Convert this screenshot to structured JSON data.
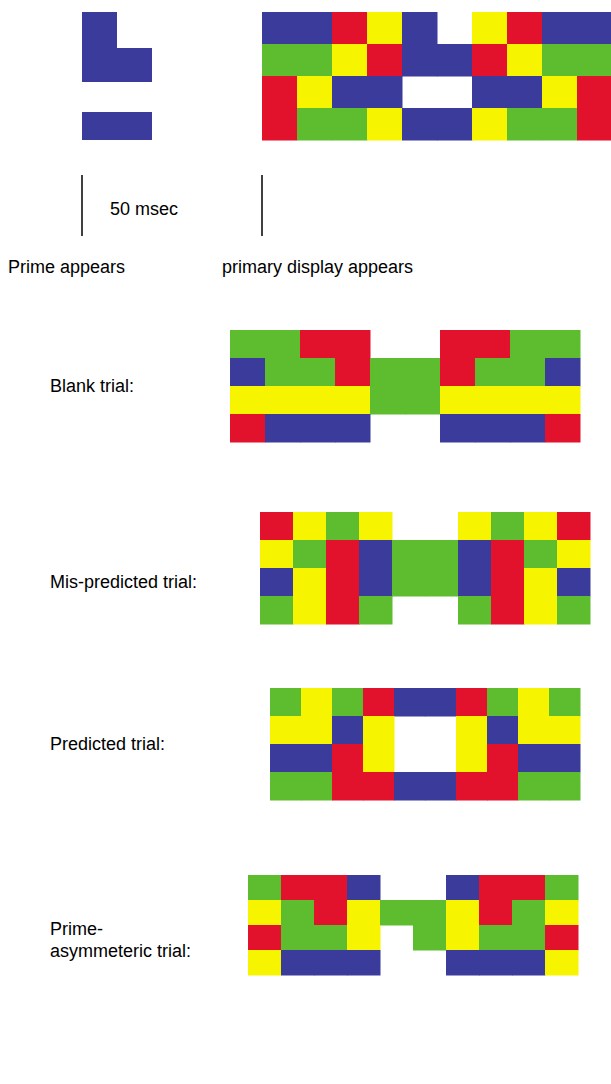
{
  "diagram": {
    "labels": [
      "50 msec",
      "Prime appears",
      "primary display appears",
      "Blank trial:",
      "Mis-predicted trial:",
      "Predicted trial:",
      "Prime-asymmeteric trial:"
    ]
  }
}
